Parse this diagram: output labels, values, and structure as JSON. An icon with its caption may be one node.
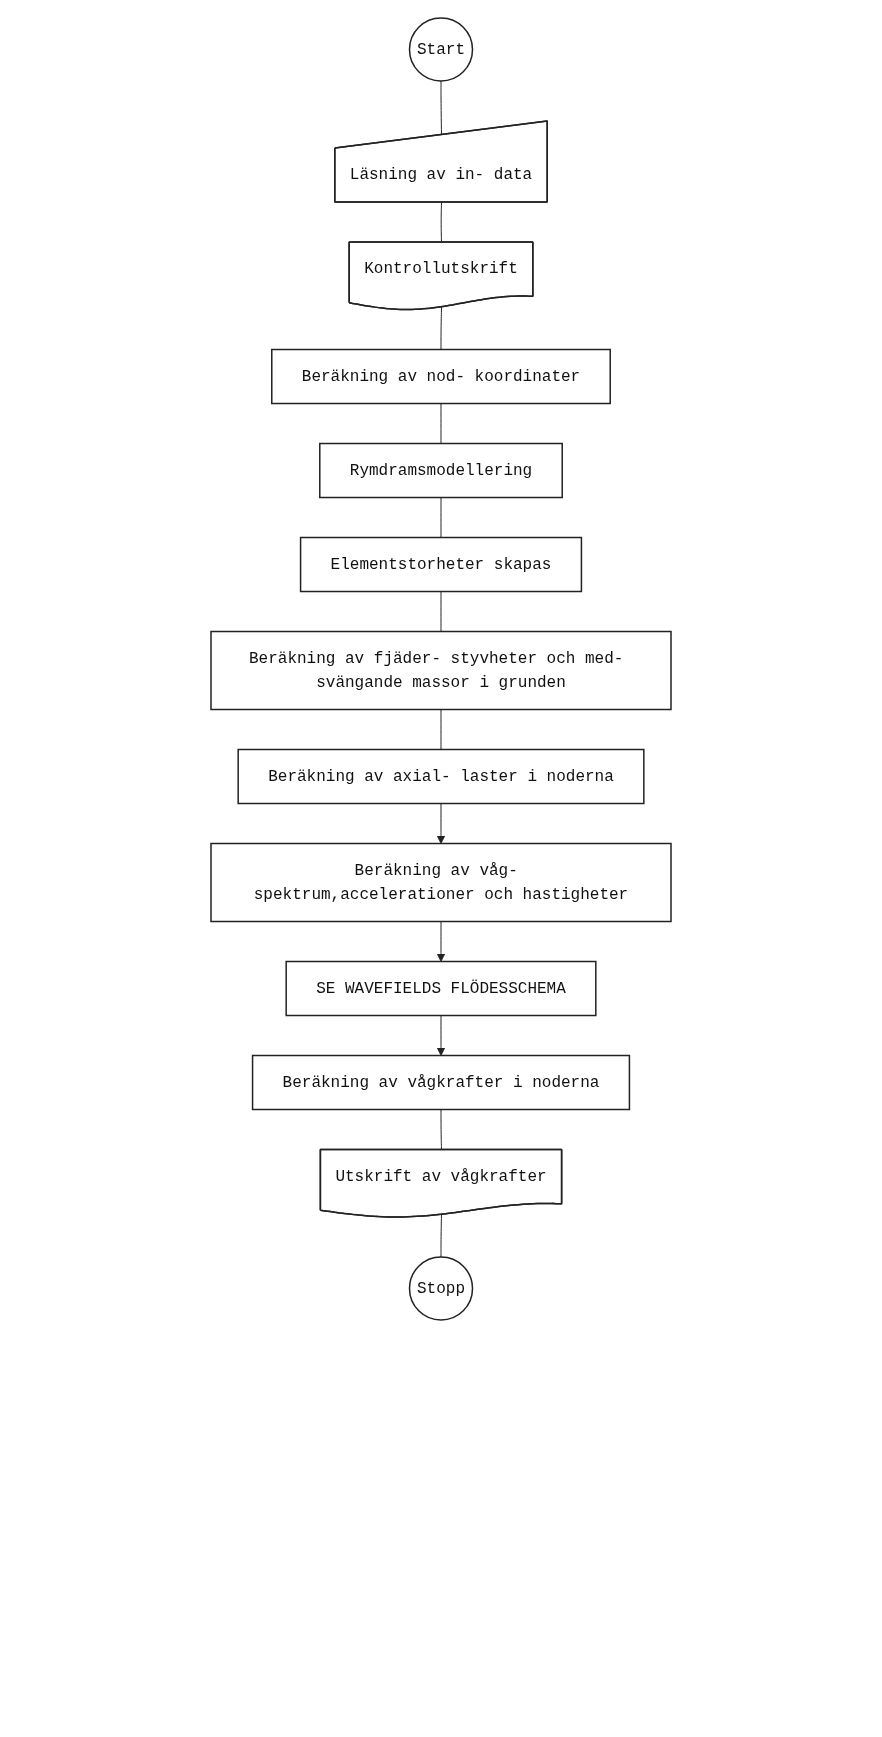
{
  "diagram": {
    "nodes": [
      {
        "text": [
          "Start"
        ]
      },
      {
        "text": [
          "Läsning av in- data"
        ]
      },
      {
        "text": [
          "Kontrollutskrift"
        ]
      },
      {
        "text": [
          "Beräkning av nod- koordinater"
        ]
      },
      {
        "text": [
          "Rymdramsmodellering"
        ]
      },
      {
        "text": [
          "Elementstorheter skapas"
        ]
      },
      {
        "text": [
          "Beräkning av fjäder- styvheter och med- svängande massor i grunden"
        ]
      },
      {
        "text": [
          "Beräkning av axial- laster i noderna"
        ]
      },
      {
        "text": [
          "Beräkning av våg- spektrum,accelerationer och hastigheter"
        ]
      },
      {
        "text": [
          "SE WAVEFIELDS FLÖDESSCHEMA"
        ]
      },
      {
        "text": [
          "Beräkning av vågkrafter i noderna"
        ]
      },
      {
        "text": [
          "Utskrift av vågkrafter"
        ]
      },
      {
        "text": [
          "Stopp"
        ]
      }
    ],
    "edges": [
      {
        "from": 0,
        "to": 1,
        "arrow": "none"
      },
      {
        "from": 1,
        "to": 2,
        "arrow": "none"
      },
      {
        "from": 2,
        "to": 3,
        "arrow": "none"
      },
      {
        "from": 3,
        "to": 4,
        "arrow": "none"
      },
      {
        "from": 4,
        "to": 5,
        "arrow": "none"
      },
      {
        "from": 5,
        "to": 6,
        "arrow": "none"
      },
      {
        "from": 6,
        "to": 7,
        "arrow": "none"
      },
      {
        "from": 7,
        "to": 8,
        "arrow": "to"
      },
      {
        "from": 8,
        "to": 9,
        "arrow": "to"
      },
      {
        "from": 9,
        "to": 10,
        "arrow": "to"
      },
      {
        "from": 10,
        "to": 11,
        "arrow": "none"
      },
      {
        "from": 11,
        "to": 12,
        "arrow": "none"
      }
    ]
  }
}
